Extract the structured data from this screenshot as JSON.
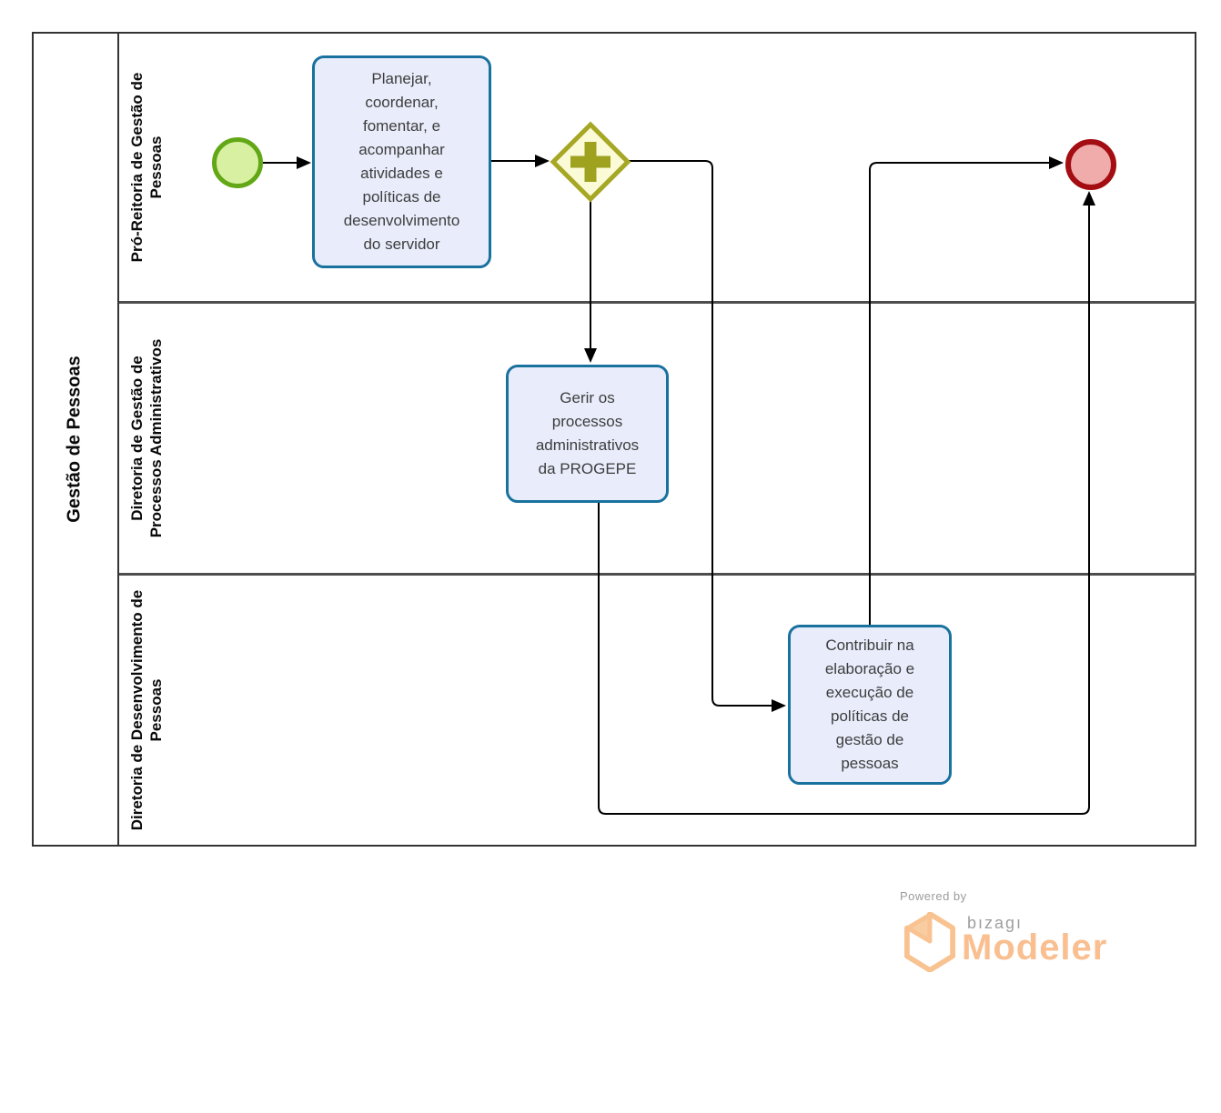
{
  "pool": {
    "label": "Gestão de Pessoas"
  },
  "lanes": [
    {
      "label": "Pró-Reitoria de Gestão de Pessoas"
    },
    {
      "label": "Diretoria de Gestão de Processos Administrativos"
    },
    {
      "label": "Diretoria de Desenvolvimento de Pessoas"
    }
  ],
  "nodes": {
    "start_event": {
      "type": "start-event"
    },
    "task_planejar": {
      "label": "Planejar, coordenar, fomentar, e acompanhar atividades e políticas de desenvolvimento do servidor"
    },
    "gateway": {
      "type": "parallel-gateway"
    },
    "task_gerir": {
      "label": "Gerir os processos administrativos da PROGEPE"
    },
    "task_contribuir": {
      "label": "Contribuir na elaboração e execução de políticas de gestão de pessoas"
    },
    "end_event": {
      "type": "end-event"
    }
  },
  "flows": [
    {
      "from": "start_event",
      "to": "task_planejar"
    },
    {
      "from": "task_planejar",
      "to": "gateway"
    },
    {
      "from": "gateway",
      "to": "task_gerir"
    },
    {
      "from": "gateway",
      "to": "task_contribuir"
    },
    {
      "from": "task_contribuir",
      "to": "end_event"
    },
    {
      "from": "task_gerir",
      "to": "end_event"
    }
  ],
  "colors": {
    "task_fill": "#e9edfb",
    "task_border": "#19719e",
    "start_fill": "#d8f0a2",
    "start_border": "#62a716",
    "end_fill": "#f0abab",
    "end_border": "#a40d11",
    "gateway_fill": "#fbfbd7",
    "gateway_border": "#a6a724",
    "lane_border": "#4d4d4d",
    "flow_line": "#000000",
    "logo_orange": "#f8c291",
    "logo_gray": "#9b9b9b"
  },
  "logo": {
    "powered_by": "Powered by",
    "brand": "bızagı",
    "product": "Modeler"
  }
}
